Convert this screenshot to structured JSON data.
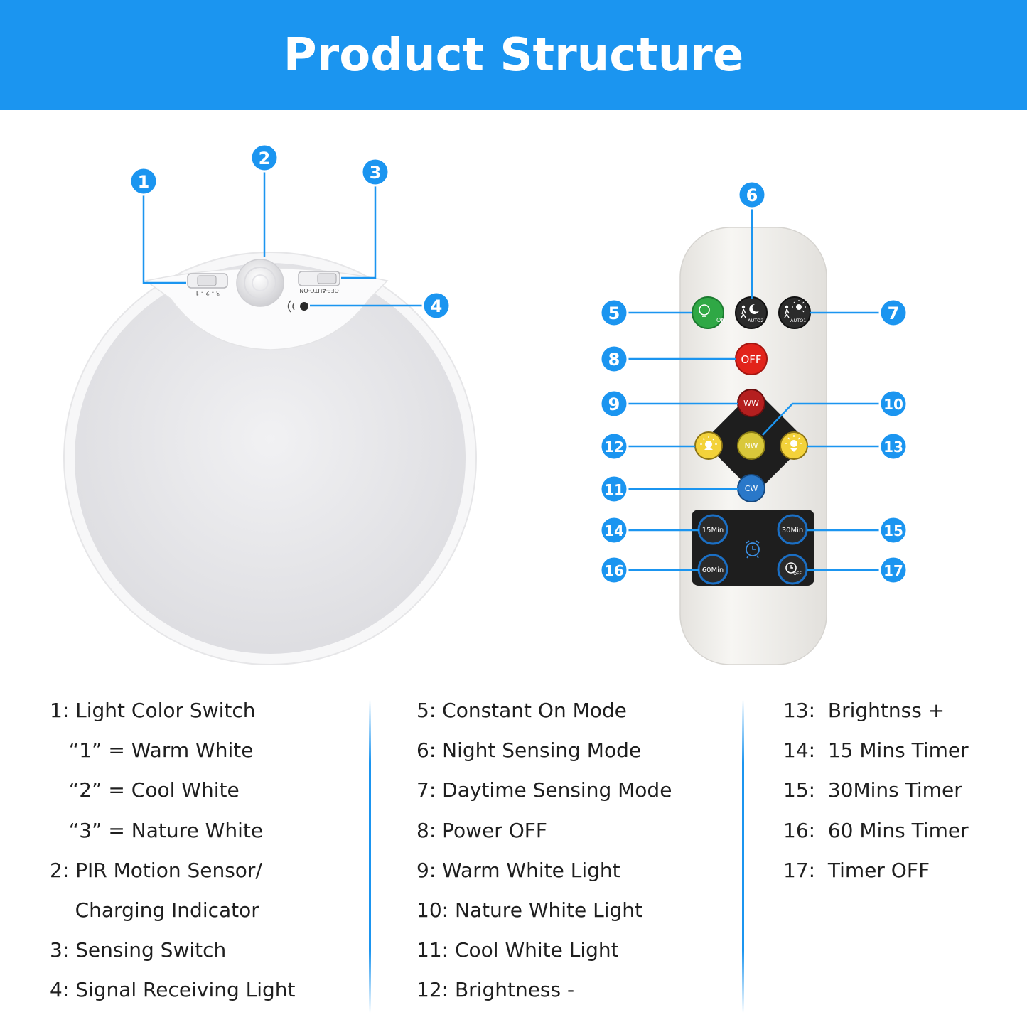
{
  "header": {
    "title": "Product Structure"
  },
  "colors": {
    "accent": "#1b95f0",
    "callout": "#1b95f0",
    "off_red": "#e2231a",
    "on_green": "#2fa845"
  },
  "lamp": {
    "switch_left_label": "3 - 2 - 1",
    "switch_right_label": "OFF·AUTO·ON"
  },
  "remote": {
    "on_label": "ON",
    "auto2_label": "AUTO2",
    "auto1_label": "AUTO1",
    "off_label": "OFF",
    "ww_label": "WW",
    "nw_label": "NW",
    "cw_label": "CW",
    "t15_label": "15Min",
    "t30_label": "30Min",
    "t60_label": "60Min",
    "timer_off_label": "OFF"
  },
  "callouts": [
    "1",
    "2",
    "3",
    "4",
    "5",
    "6",
    "7",
    "8",
    "9",
    "10",
    "11",
    "12",
    "13",
    "14",
    "15",
    "16",
    "17"
  ],
  "legend": {
    "col1": [
      "1: Light Color Switch",
      "   “1” = Warm White",
      "   “2” = Cool White",
      "   “3” = Nature White",
      "2: PIR Motion Sensor/",
      "    Charging Indicator",
      "3: Sensing Switch",
      "4: Signal Receiving Light"
    ],
    "col2": [
      "5: Constant On Mode",
      "6: Night Sensing Mode",
      "7: Daytime Sensing Mode",
      "8: Power OFF",
      "9: Warm White Light",
      "10: Nature White Light",
      "11: Cool White Light",
      "12: Brightness -"
    ],
    "col3": [
      "13:  Brightnss +",
      "14:  15 Mins Timer",
      "15:  30Mins Timer",
      "16:  60 Mins Timer",
      "17:  Timer OFF"
    ]
  }
}
